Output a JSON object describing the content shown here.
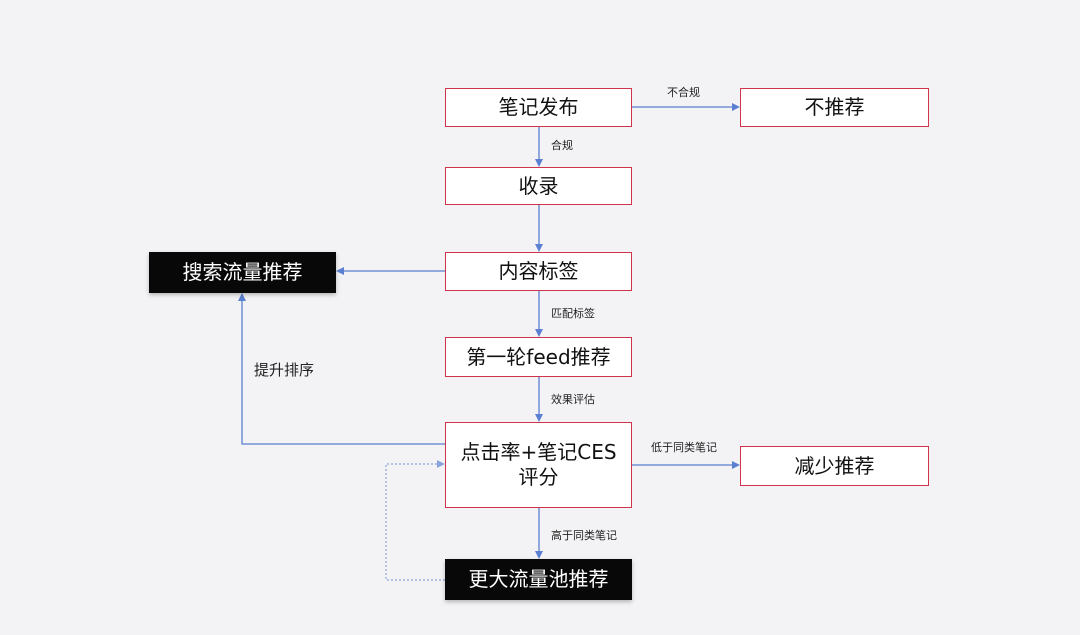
{
  "nodes": {
    "publish": "笔记发布",
    "not_recommend": "不推荐",
    "index": "收录",
    "content_tag": "内容标签",
    "search_traffic": "搜索流量推荐",
    "first_feed": "第一轮feed推荐",
    "ctr_ces": "点击率+笔记CES\n评分",
    "reduce": "减少推荐",
    "bigger_pool": "更大流量池推荐"
  },
  "edges": {
    "noncompliant": "不合规",
    "compliant": "合规",
    "match_tag": "匹配标签",
    "evaluate": "效果评估",
    "lower_than_similar": "低于同类笔记",
    "higher_than_similar": "高于同类笔记",
    "boost_rank": "提升排序"
  },
  "colors": {
    "light_border": "#d0344c",
    "dark_fill": "#080808",
    "arrow": "#5b7fd1",
    "dotted": "#8aa4dc",
    "background": "#f3f3f5"
  }
}
